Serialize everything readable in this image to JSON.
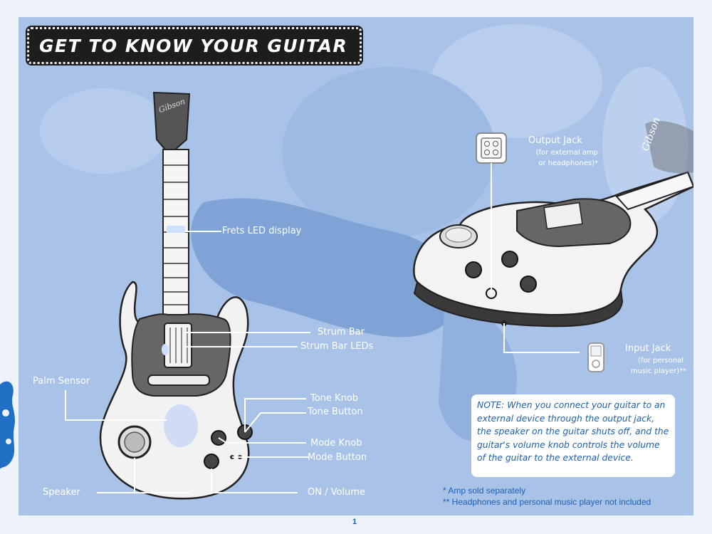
{
  "title": "GET TO KNOW YOUR GUITAR",
  "brand": "Gibson",
  "labels": {
    "frets_led": "Frets LED display",
    "strum_bar": "Strum Bar",
    "strum_bar_leds": "Strum Bar LEDs",
    "palm_sensor": "Palm Sensor",
    "tone_knob": "Tone Knob",
    "tone_button": "Tone Button",
    "mode_knob": "Mode Knob",
    "mode_button": "Mode Button",
    "speaker": "Speaker",
    "on_volume": "ON / Volume",
    "output_jack": "Output Jack",
    "output_jack_sub1": "(for external amp",
    "output_jack_sub2": "or headphones)*",
    "input_jack": "Input Jack",
    "input_jack_sub1": "(for personal",
    "input_jack_sub2": "music player)**"
  },
  "note": "NOTE: When you connect your guitar to an external device through the output jack, the speaker on the guitar shuts off, and the guitar's volume knob controls the volume of the guitar to the external device.",
  "footnotes": {
    "amp": "* Amp sold separately",
    "headphones": "** Headphones and personal music player not included"
  },
  "page_number": "1",
  "colors": {
    "panel": "#a9c3e8",
    "note_text": "#1c5fb2",
    "title_bg": "#1d1d1d"
  }
}
